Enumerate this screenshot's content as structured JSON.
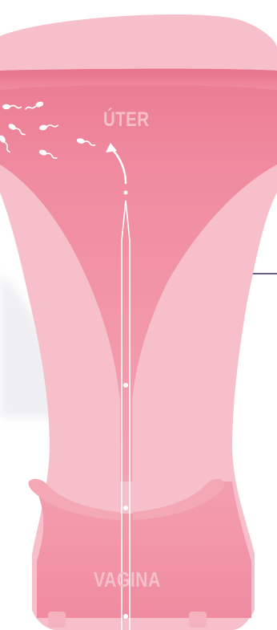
{
  "labels": {
    "uterus": "ÚTER",
    "vagina": "VAGINA"
  },
  "colors": {
    "outer_tissue": "#f6bfc9",
    "cavity": "#f08ba0",
    "cavity_dark": "#e56f88",
    "canal": "#f18ea2",
    "label_text": "#f6c0cb",
    "line": "#ffffff",
    "accent_line": "#6b5e8f"
  },
  "icons": [
    "sperm-icon",
    "arrow-up-icon"
  ],
  "sperm_count": 7
}
